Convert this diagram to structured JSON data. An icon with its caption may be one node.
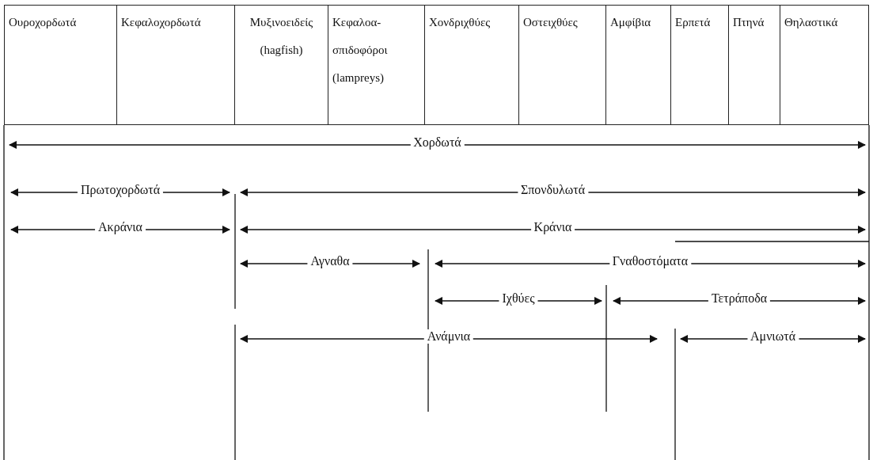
{
  "diagram": {
    "labels": [
      "Ουροχορδωτά",
      "Κεφαλοχορδωτά",
      "Μυξινοειδείς (hagfish)",
      "Κεφαλοα- σπιδοφόροι (lampreys)",
      "Χονδριχθύες",
      "Οστειχθύες",
      "Αμφίβια",
      "Ερπετά",
      "Πτηνά",
      "Θηλαστικά",
      "Χορδωτά",
      "Πρωτοχορδωτά",
      "Σπονδυλωτά",
      "Ακράνια",
      "Κράνια",
      "Αγναθα",
      "Γναθοστόματα",
      "Ιχθύες",
      "Τετράποδα",
      "Ανάμνια",
      "Αμνιωτά"
    ]
  }
}
